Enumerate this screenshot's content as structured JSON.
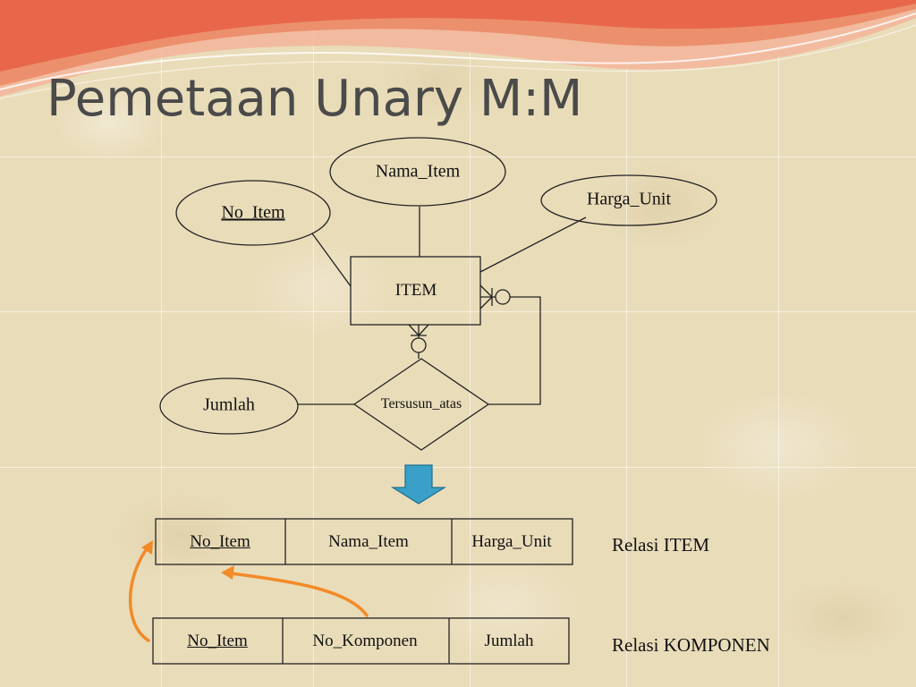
{
  "slide": {
    "title": "Pemetaan Unary M:M"
  },
  "er_diagram": {
    "entity": "ITEM",
    "relationship": "Tersusun_atas",
    "attributes": {
      "no_item": "No_Item",
      "nama_item": "Nama_Item",
      "harga_unit": "Harga_Unit",
      "jumlah": "Jumlah"
    }
  },
  "relations": {
    "item": {
      "caption": "Relasi ITEM",
      "columns": [
        "No_Item",
        "Nama_Item",
        "Harga_Unit"
      ],
      "primary_key": "No_Item"
    },
    "komponen": {
      "caption": "Relasi KOMPONEN",
      "columns": [
        "No_Item",
        "No_Komponen",
        "Jumlah"
      ],
      "primary_key": "No_Item"
    }
  },
  "colors": {
    "title_text": "#4a4a4a",
    "arrow_down": "#3aa0c8",
    "fk_arrow": "#f28a28",
    "header_swoosh": "#e8674a"
  }
}
